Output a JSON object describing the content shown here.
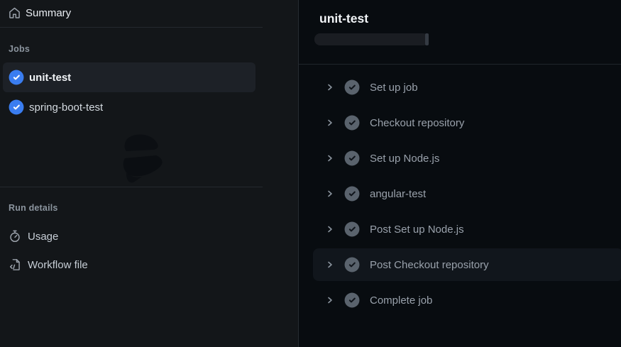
{
  "sidebar": {
    "summary": {
      "label": "Summary"
    },
    "jobs": {
      "header": "Jobs",
      "items": [
        {
          "label": "unit-test",
          "selected": true,
          "status": "success"
        },
        {
          "label": "spring-boot-test",
          "selected": false,
          "status": "success"
        }
      ]
    },
    "run_details": {
      "header": "Run details",
      "items": [
        {
          "label": "Usage"
        },
        {
          "label": "Workflow file"
        }
      ]
    }
  },
  "main": {
    "title": "unit-test",
    "steps": [
      {
        "label": "Set up job",
        "status": "done"
      },
      {
        "label": "Checkout repository",
        "status": "done"
      },
      {
        "label": "Set up Node.js",
        "status": "done"
      },
      {
        "label": "angular-test",
        "status": "done"
      },
      {
        "label": "Post Set up Node.js",
        "status": "done"
      },
      {
        "label": "Post Checkout repository",
        "status": "done",
        "highlighted": true
      },
      {
        "label": "Complete job",
        "status": "done"
      }
    ]
  },
  "colors": {
    "accent_blue": "#3a7df0",
    "step_check_gray": "#5a636d",
    "sidebar_bg": "#131619",
    "main_bg": "#080c10"
  }
}
